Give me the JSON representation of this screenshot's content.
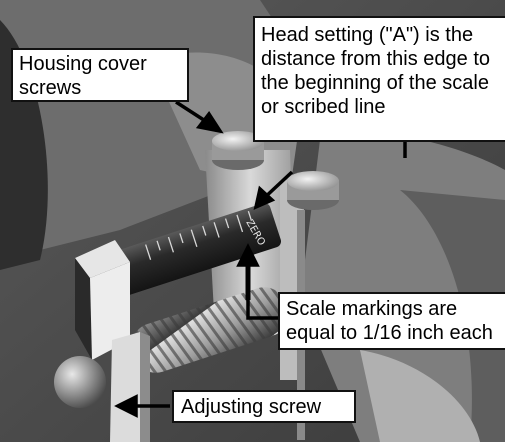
{
  "callouts": {
    "housing_cover_screws": "Housing cover\nscrews",
    "head_setting": "Head setting (\"A\") is the\ndistance from this edge to\nthe beginning of the scale\nor scribed line",
    "scale_markings": "Scale markings are\nequal to 1/16 inch each",
    "adjusting_screw": "Adjusting screw"
  },
  "scale_engraving": "ZERO"
}
